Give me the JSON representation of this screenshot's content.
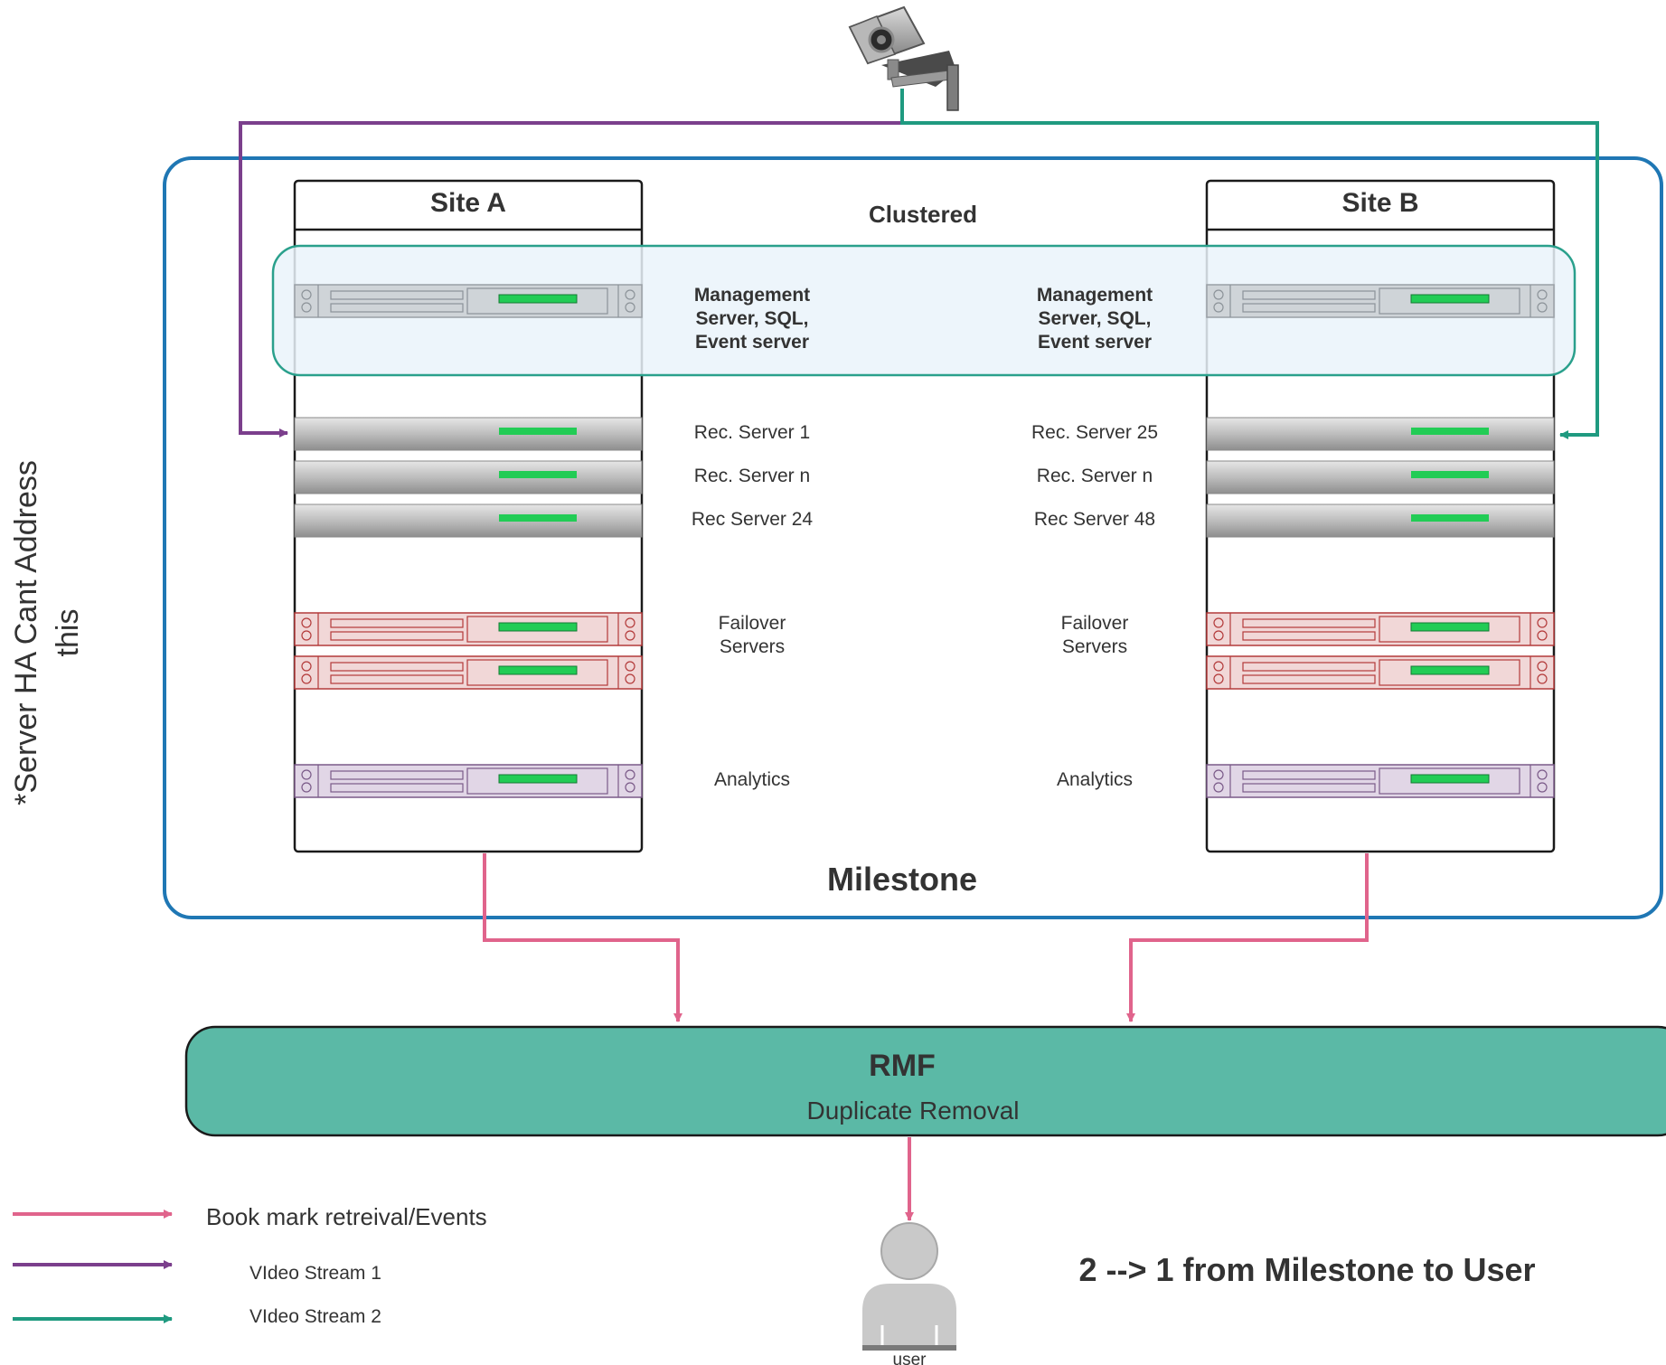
{
  "side_note": {
    "line1": "*Server HA Cant Address",
    "line2": "this"
  },
  "milestone": {
    "label": "Milestone"
  },
  "clustered": {
    "label": "Clustered"
  },
  "site_a": {
    "title": "Site A",
    "management": [
      "Management",
      "Server, SQL,",
      "Event server"
    ],
    "rec": [
      "Rec. Server 1",
      "Rec. Server n",
      "Rec Server 24"
    ],
    "failover": [
      "Failover",
      "Servers"
    ],
    "analytics": "Analytics"
  },
  "site_b": {
    "title": "Site B",
    "management": [
      "Management",
      "Server, SQL,",
      "Event server"
    ],
    "rec": [
      "Rec. Server 25",
      "Rec. Server n",
      "Rec Server 48"
    ],
    "failover": [
      "Failover",
      "Servers"
    ],
    "analytics": "Analytics"
  },
  "rmf": {
    "title": "RMF",
    "subtitle": "Duplicate Removal"
  },
  "user": {
    "label": "user"
  },
  "legend": [
    {
      "label": "Book mark retreival/Events",
      "color": "#e0648c"
    },
    {
      "label": "VIdeo Stream 1",
      "color": "#7b3f8c"
    },
    {
      "label": "VIdeo Stream 2",
      "color": "#1f9a80"
    }
  ],
  "summary": "2 --> 1 from Milestone to User",
  "colors": {
    "milestone_border": "#1f77b4",
    "stream1": "#7b3f8c",
    "stream2": "#1f9a80",
    "bookmark": "#e0648c",
    "rmf_fill": "#5bb9a6",
    "cluster_fill": "#eaf3fa",
    "cluster_border": "#2aa08c",
    "status_led": "#22cc55"
  }
}
